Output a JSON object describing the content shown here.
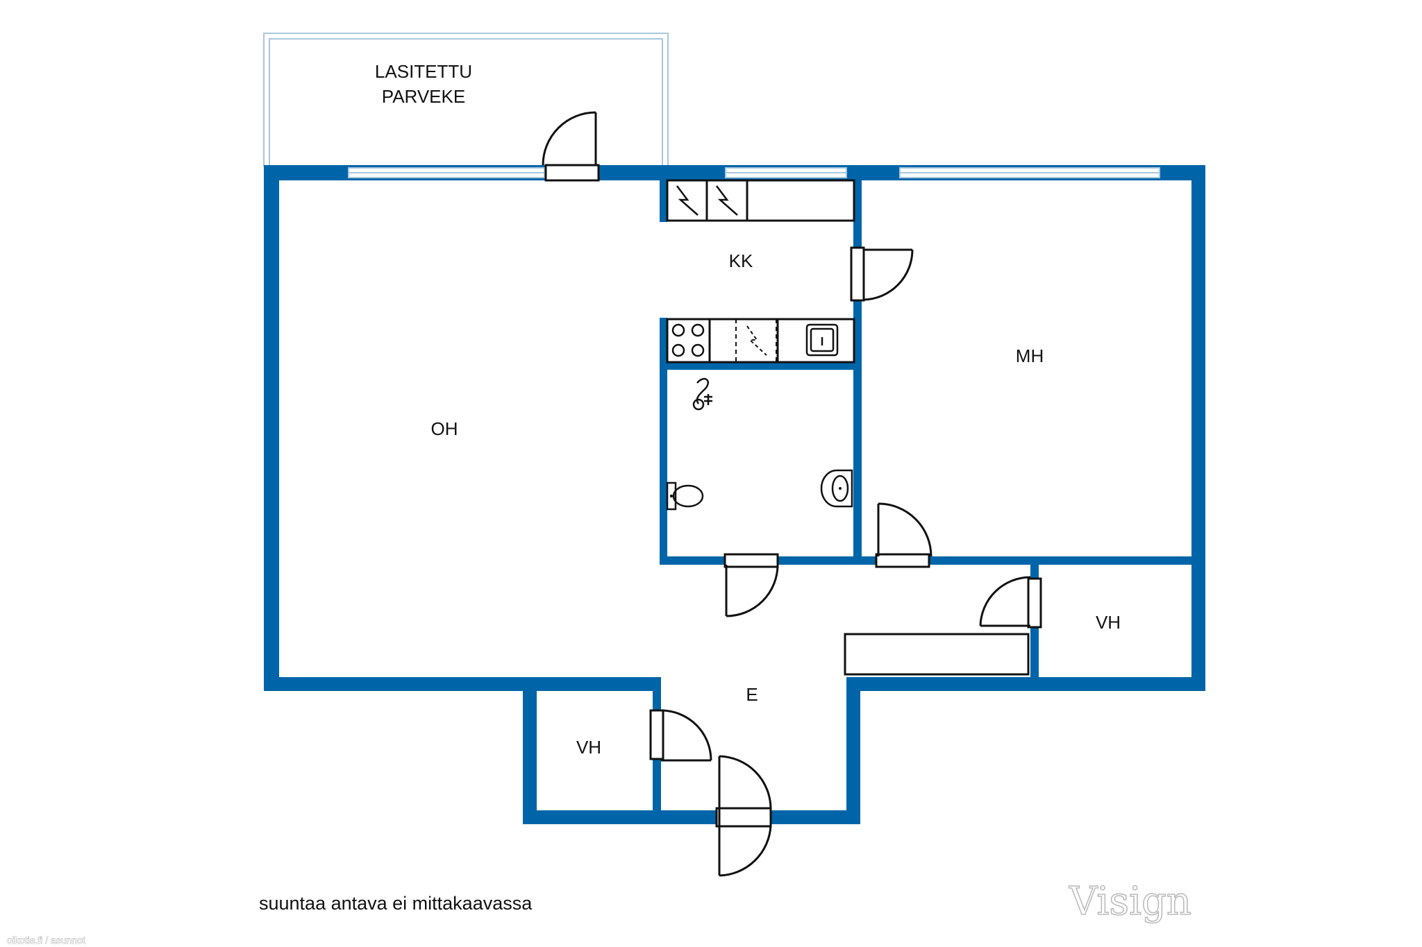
{
  "colors": {
    "wall": "#0065a8",
    "window": "#a9c7de",
    "background": "#ffffff",
    "line": "#111111"
  },
  "rooms": {
    "balcony": [
      "LASITETTU",
      "PARVEKE"
    ],
    "kitchen": "KK",
    "living_room": "OH",
    "bedroom": "MH",
    "wardrobe_right": "VH",
    "hallway": "E",
    "wardrobe_left": "VH"
  },
  "fixtures": [
    "stove-icon",
    "fridge-icon",
    "freezer-icon",
    "dishwasher-icon",
    "sink-icon",
    "washbasin-icon",
    "toilet-icon",
    "shower-icon"
  ],
  "note": "suuntaa antava ei mittakaavassa",
  "brand": "Visign",
  "credit": "oikotie.fi / asunnot"
}
